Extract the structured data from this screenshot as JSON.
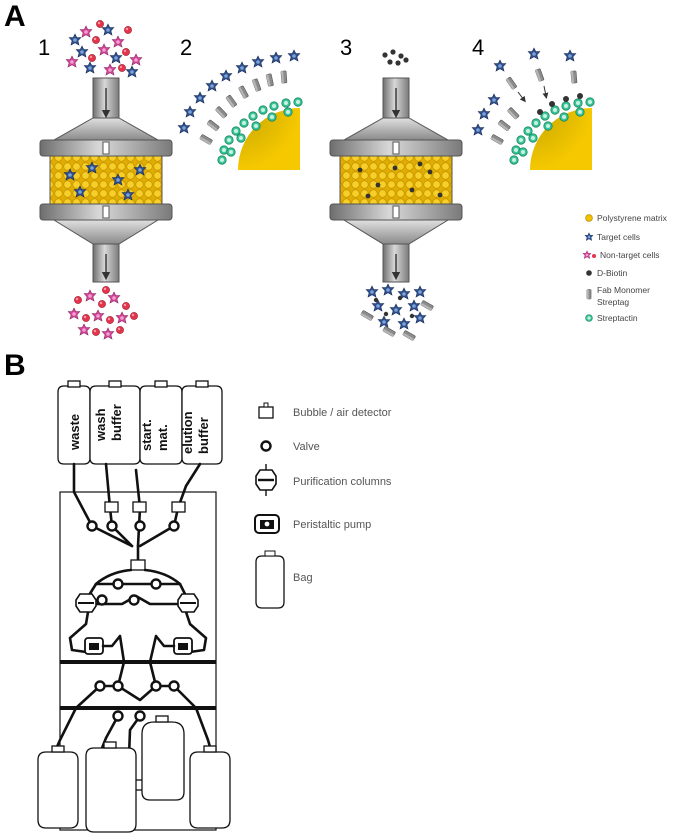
{
  "panels": {
    "a_letter": "A",
    "b_letter": "B",
    "steps": [
      "1",
      "2",
      "3",
      "4"
    ]
  },
  "legend_a": {
    "items": [
      {
        "icon": "yellow-bead-icon",
        "label": "Polystyrene matrix"
      },
      {
        "icon": "blue-star-cell-icon",
        "label": "Target cells"
      },
      {
        "icon": "pink-star-cell-icon",
        "label": "Non-target cells"
      },
      {
        "icon": "black-dot-icon",
        "label": "D-Biotin"
      },
      {
        "icon": "gray-fab-icon",
        "label": "Fab Monomer"
      },
      {
        "icon": "gray-fab-icon",
        "label": "Streptag"
      },
      {
        "icon": "green-ring-icon",
        "label": "Streptactin"
      }
    ]
  },
  "bags_top": [
    "waste",
    "wash buffer",
    "start. mat.",
    "elution buffer"
  ],
  "legend_b": {
    "items": [
      {
        "icon": "bubble-detector-icon",
        "label": "Bubble / air detector"
      },
      {
        "icon": "valve-icon",
        "label": "Valve"
      },
      {
        "icon": "column-icon",
        "label": "Purification columns"
      },
      {
        "icon": "pump-icon",
        "label": "Peristaltic pump"
      },
      {
        "icon": "bag-icon",
        "label": "Bag"
      }
    ]
  },
  "colors": {
    "matrix_yellow": "#f2c200",
    "target_blue": "#2f4f8f",
    "nontarget_pink": "#d5449a",
    "streptactin_green": "#3cc49a",
    "column_gray": "#9a9a9a"
  }
}
